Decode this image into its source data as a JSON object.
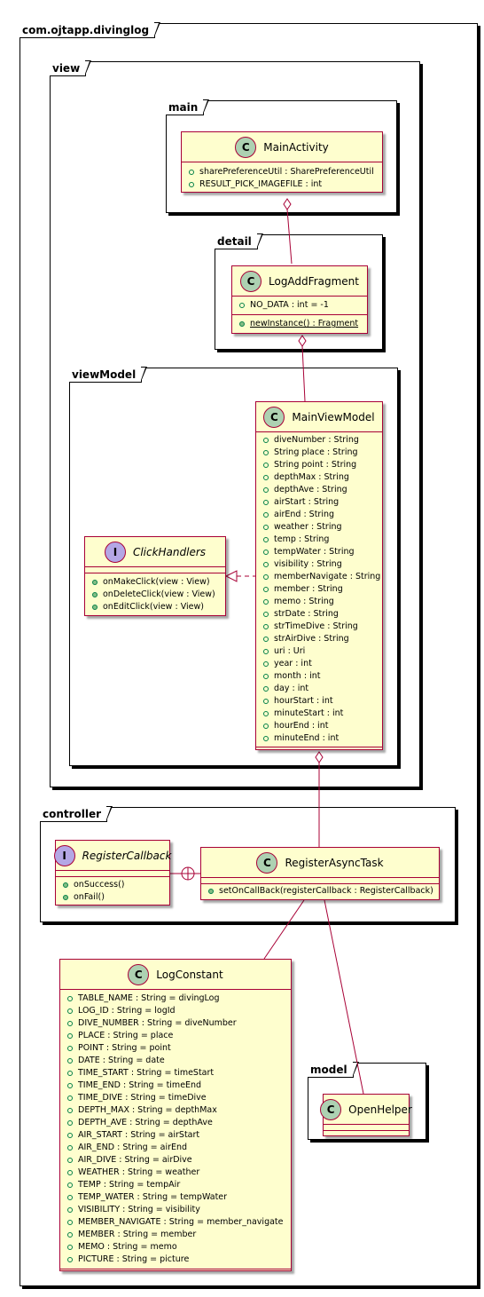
{
  "packages": {
    "root": "com.ojtapp.divinglog",
    "view": "view",
    "main": "main",
    "detail": "detail",
    "viewModel": "viewModel",
    "controller": "controller",
    "model": "model"
  },
  "classes": {
    "main_activity": {
      "name": "MainActivity",
      "stereotype": "C",
      "fields": [
        "sharePreferenceUtil : SharePreferenceUtil",
        "RESULT_PICK_IMAGEFILE : int"
      ]
    },
    "log_add_fragment": {
      "name": "LogAddFragment",
      "stereotype": "C",
      "fields": [
        "NO_DATA : int = -1"
      ],
      "methods": [
        "newInstance() : Fragment"
      ]
    },
    "main_view_model": {
      "name": "MainViewModel",
      "stereotype": "C",
      "fields": [
        "diveNumber : String",
        "String place : String",
        "String point : String",
        "depthMax : String",
        "depthAve : String",
        "airStart : String",
        "airEnd : String",
        "weather : String",
        "temp : String",
        "tempWater : String",
        "visibility : String",
        "memberNavigate : String",
        "member : String",
        "memo : String",
        "strDate : String",
        "strTimeDive : String",
        "strAirDive : String",
        "uri : Uri",
        "year : int",
        "month : int",
        "day : int",
        "hourStart : int",
        "minuteStart : int",
        "hourEnd : int",
        "minuteEnd : int"
      ]
    },
    "click_handlers": {
      "name": "ClickHandlers",
      "stereotype": "I",
      "methods": [
        "onMakeClick(view : View)",
        "onDeleteClick(view : View)",
        "onEditClick(view : View)"
      ]
    },
    "register_callback": {
      "name": "RegisterCallback",
      "stereotype": "I",
      "methods": [
        "onSuccess()",
        "onFail()"
      ]
    },
    "register_async_task": {
      "name": "RegisterAsyncTask",
      "stereotype": "C",
      "methods": [
        "setOnCallBack(registerCallback : RegisterCallback)"
      ]
    },
    "log_constant": {
      "name": "LogConstant",
      "stereotype": "C",
      "fields": [
        "TABLE_NAME : String = divingLog",
        "LOG_ID : String = logId",
        "DIVE_NUMBER : String = diveNumber",
        "PLACE : String = place",
        "POINT : String = point",
        "DATE : String = date",
        "TIME_START : String = timeStart",
        "TIME_END : String = timeEnd",
        "TIME_DIVE : String = timeDive",
        "DEPTH_MAX : String = depthMax",
        "DEPTH_AVE : String = depthAve",
        "AIR_START : String = airStart",
        "AIR_END : String = airEnd",
        "AIR_DIVE : String = airDive",
        "WEATHER : String = weather",
        "TEMP : String = tempAir",
        "TEMP_WATER : String = tempWater",
        "VISIBILITY : String = visibility",
        "MEMBER_NAVIGATE : String = member_navigate",
        "MEMBER : String = member",
        "MEMO : String = memo",
        "PICTURE : String = picture"
      ]
    },
    "open_helper": {
      "name": "OpenHelper",
      "stereotype": "C"
    }
  },
  "colors": {
    "class_fill": "#FEFECE",
    "class_border": "#A80036",
    "class_badge": "#ADD1B2",
    "interface_badge": "#B4A7E5",
    "field_icon": "#038048",
    "method_icon": "#84BE84"
  }
}
